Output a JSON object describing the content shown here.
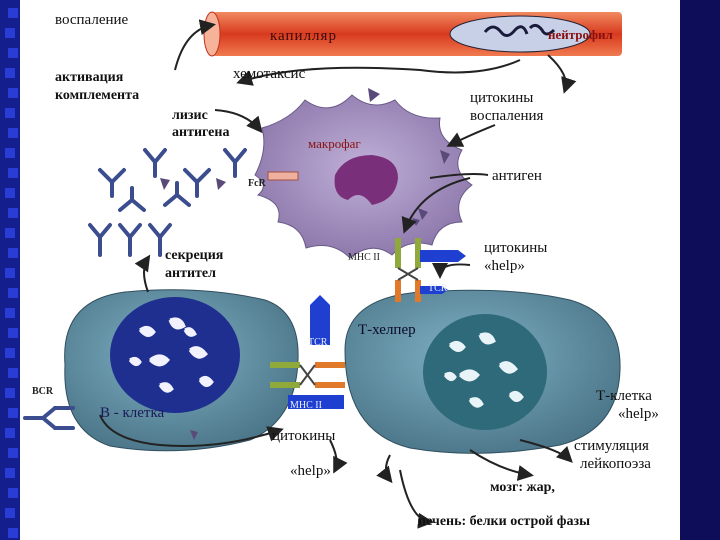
{
  "labels": {
    "inflammation": "воспаление",
    "capillary": "капилляр",
    "neutrophil": "нейтрофил",
    "complement_activation_1": "активация",
    "complement_activation_2": "комплемента",
    "chemotaxis": "хемотаксис",
    "antigen_lysis_1": "лизис",
    "antigen_lysis_2": "антигена",
    "cytokines_inflammation_1": "цитокины",
    "cytokines_inflammation_2": "воспаления",
    "macrophage": "макрофаг",
    "fcr": "FcR",
    "antigen": "антиген",
    "antibody_secretion_1": "секреция",
    "antibody_secretion_2": "антител",
    "mhc_ii_top": "MHC II",
    "cytokines_help_1": "цитокины",
    "cytokines_help_2": "«help»",
    "tcr_top": "TCR",
    "t_helper": "Т-хелпер",
    "tcr_mid": "TCR",
    "bcr": "BCR",
    "b_cell": "В - клетка",
    "mhc_ii_bottom": "MHC II",
    "t_cell_help_1": "Т-клетка",
    "t_cell_help_2": "«help»",
    "cytokines_bottom": "цитокины",
    "help_bottom": "«help»",
    "leukopoiesis_1": "стимуляция",
    "leukopoiesis_2": "лейкопоэза",
    "brain_fever": "мозг: жар,",
    "liver_proteins": "печень: белки острой фазы"
  },
  "colors": {
    "sidebar": "#141e8c",
    "capillary": "#e04a2a",
    "macrophage": "#9a86b8",
    "cell_body": "#5f90a6",
    "b_nucleus": "#1f2f8f",
    "t_nucleus": "#2f6a7a",
    "antibody": "#3b4d8f",
    "antigen": "#5a4a7a",
    "receptor_green": "#8faa3a",
    "receptor_orange": "#e07a2a",
    "receptor_blue": "#1f3fd0"
  }
}
